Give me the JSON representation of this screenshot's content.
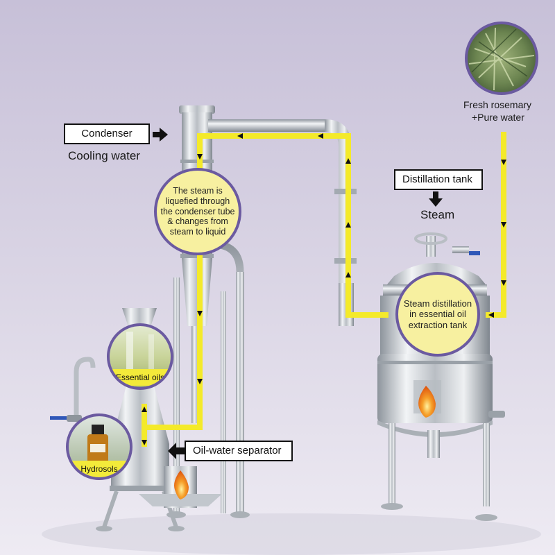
{
  "labels": {
    "condenser": "Condenser",
    "cooling_water": "Cooling water",
    "distillation_tank": "Distillation tank",
    "steam": "Steam",
    "oil_water_separator": "Oil-water separator",
    "fresh_rosemary": "Fresh rosemary",
    "pure_water": "+Pure water"
  },
  "bubbles": {
    "condenser_steam": [
      "The steam is",
      "liquefied through",
      "the condenser tube",
      "& changes from",
      "steam to liquid"
    ],
    "tank_steam": [
      "Steam distillation",
      "in essential oil",
      "extraction tank"
    ]
  },
  "photos": {
    "essential_oils": "Essential oils",
    "hydrosols": "Hydrosols"
  },
  "colors": {
    "background_top": "#c9c2da",
    "background_bottom": "#ece9f2",
    "flow_path": "#f4ea2a",
    "bubble_border": "#6b5aa0",
    "bubble_fill": "#f7f0a0",
    "steel": "#cfd3d8",
    "flame": "#f07a20"
  }
}
